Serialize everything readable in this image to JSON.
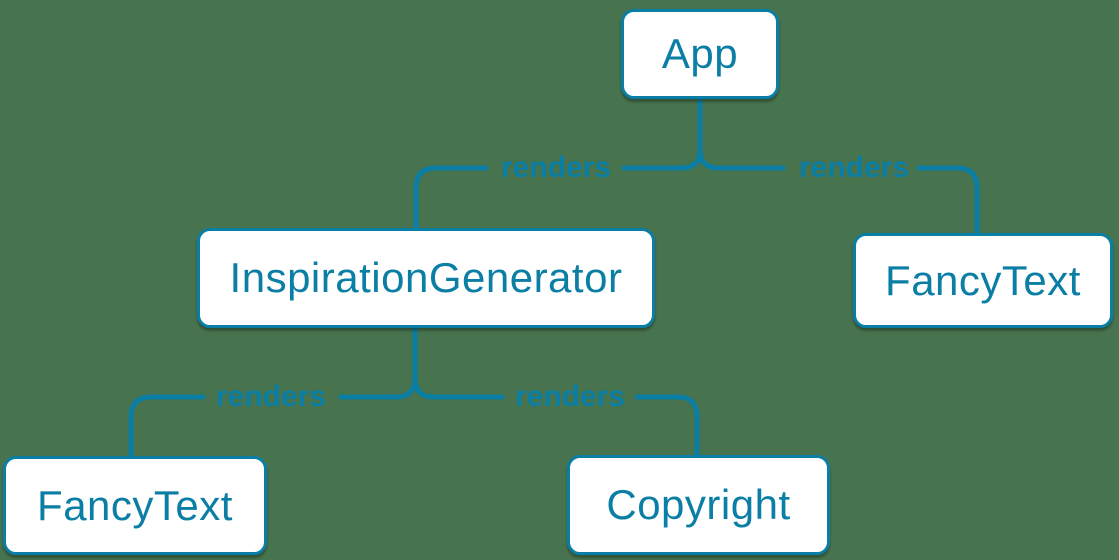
{
  "diagram": {
    "type": "component-render-tree",
    "colors": {
      "background": "#47734E",
      "accent": "#0A7EA4",
      "node_fill": "#FFFFFF",
      "node_text": "#0A7EA4"
    },
    "nodes": {
      "app": {
        "label": "App"
      },
      "inspiration_generator": {
        "label": "InspirationGenerator"
      },
      "fancy_text_top": {
        "label": "FancyText"
      },
      "fancy_text_bottom": {
        "label": "FancyText"
      },
      "copyright": {
        "label": "Copyright"
      }
    },
    "edges": [
      {
        "from": "App",
        "to": "InspirationGenerator",
        "label": "renders"
      },
      {
        "from": "App",
        "to": "FancyText",
        "label": "renders"
      },
      {
        "from": "InspirationGenerator",
        "to": "FancyText",
        "label": "renders"
      },
      {
        "from": "InspirationGenerator",
        "to": "Copyright",
        "label": "renders"
      }
    ]
  }
}
